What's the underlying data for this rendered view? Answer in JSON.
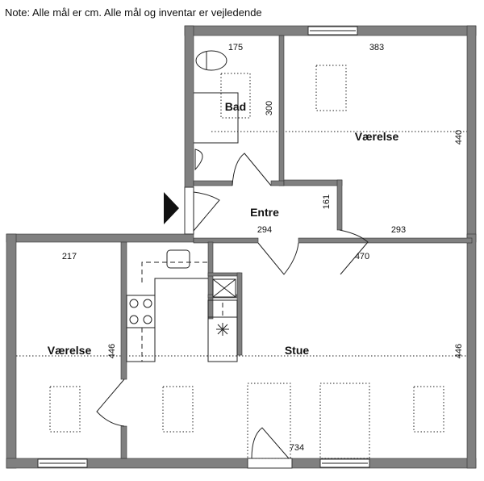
{
  "note": "Note: Alle mål er cm. Alle mål og inventar er vejledende",
  "rooms": {
    "bad": {
      "label": "Bad",
      "width": "175",
      "length": "300"
    },
    "vaerelse_top": {
      "label": "Værelse",
      "width": "383",
      "length": "440"
    },
    "entre": {
      "label": "Entre",
      "width": "294",
      "length": "161",
      "width2": "293"
    },
    "vaerelse_bottom": {
      "label": "Værelse",
      "width": "217",
      "length": "446"
    },
    "stue": {
      "label": "Stue",
      "width": "470",
      "length": "446",
      "width2": "734"
    }
  },
  "colors": {
    "wall": "#808080"
  }
}
